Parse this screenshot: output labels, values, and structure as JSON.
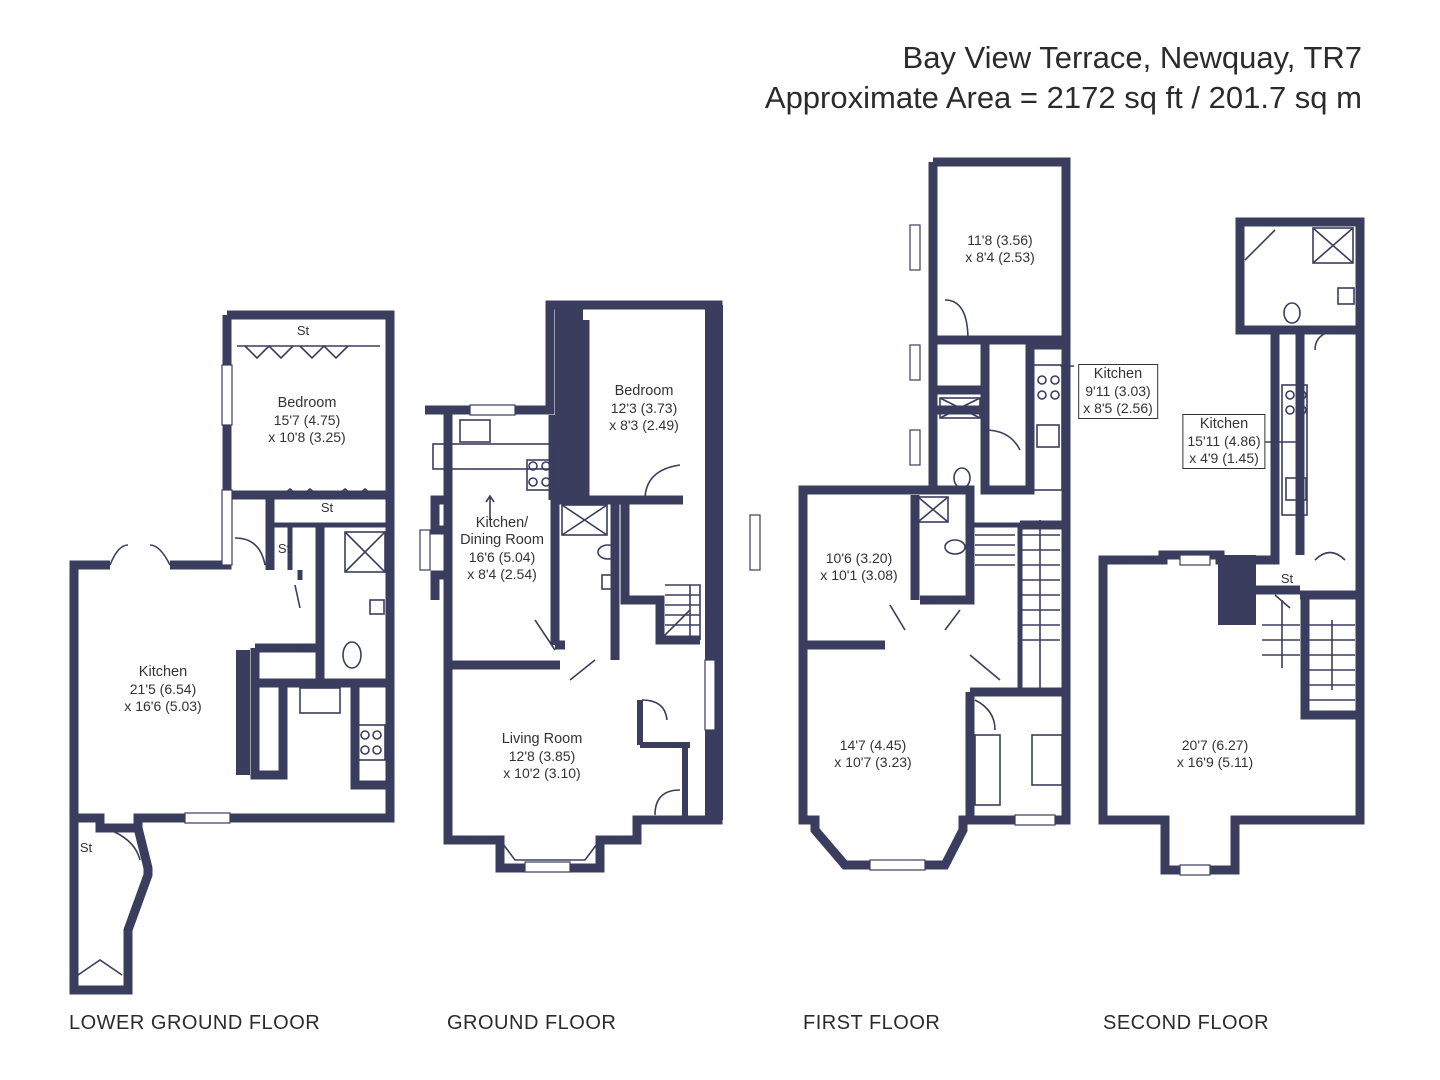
{
  "header": {
    "address": "Bay View Terrace, Newquay, TR7",
    "area": "Approximate Area = 2172 sq ft / 201.7 sq m"
  },
  "colors": {
    "wall": "#3b3d5e",
    "fixture_line": "#3b3d5e",
    "background": "#ffffff"
  },
  "floors": {
    "lower_ground": {
      "label": "LOWER GROUND FLOOR",
      "rooms": {
        "bedroom": {
          "name": "Bedroom",
          "dim1": "15'7 (4.75)",
          "dim2": "x 10'8 (3.25)"
        },
        "kitchen": {
          "name": "Kitchen",
          "dim1": "21'5 (6.54)",
          "dim2": "x 16'6 (5.03)"
        }
      },
      "storage": [
        "St",
        "St",
        "St",
        "St"
      ]
    },
    "ground": {
      "label": "GROUND FLOOR",
      "rooms": {
        "bedroom": {
          "name": "Bedroom",
          "dim1": "12'3 (3.73)",
          "dim2": "x 8'3 (2.49)"
        },
        "kitchen_dining": {
          "name1": "Kitchen/",
          "name2": "Dining Room",
          "dim1": "16'6 (5.04)",
          "dim2": "x 8'4 (2.54)"
        },
        "living": {
          "name": "Living Room",
          "dim1": "12'8 (3.85)",
          "dim2": "x 10'2 (3.10)"
        }
      }
    },
    "first": {
      "label": "FIRST FLOOR",
      "rooms": {
        "rear_room": {
          "dim1": "11'8 (3.56)",
          "dim2": "x 8'4 (2.53)"
        },
        "kitchen": {
          "name": "Kitchen",
          "dim1": "9'11 (3.03)",
          "dim2": "x 8'5 (2.56)"
        },
        "middle_room": {
          "dim1": "10'6 (3.20)",
          "dim2": "x 10'1 (3.08)"
        },
        "front_room": {
          "dim1": "14'7 (4.45)",
          "dim2": "x 10'7 (3.23)"
        }
      }
    },
    "second": {
      "label": "SECOND FLOOR",
      "rooms": {
        "kitchen": {
          "name": "Kitchen",
          "dim1": "15'11 (4.86)",
          "dim2": "x 4'9 (1.45)"
        },
        "main_room": {
          "dim1": "20'7 (6.27)",
          "dim2": "x 16'9 (5.11)"
        }
      },
      "storage": [
        "St"
      ]
    }
  }
}
